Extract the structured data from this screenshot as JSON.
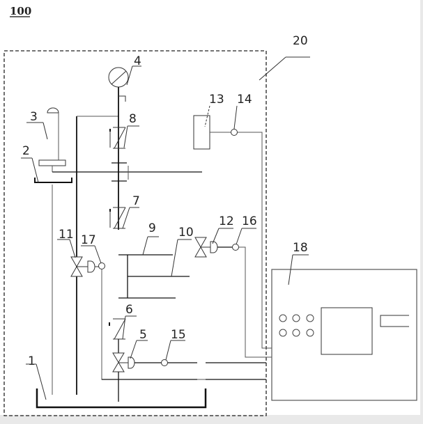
{
  "figure": {
    "title": "100",
    "colors": {
      "line": "#111111",
      "thin": "#555555",
      "background": "#ffffff",
      "border": "#e9e9e9"
    }
  },
  "labels": {
    "l1": "1",
    "l2": "2",
    "l3": "3",
    "l4": "4",
    "l5": "5",
    "l6": "6",
    "l7": "7",
    "l8": "8",
    "l9": "9",
    "l10": "10",
    "l11": "11",
    "l12": "12",
    "l13": "13",
    "l14": "14",
    "l15": "15",
    "l16": "16",
    "l17": "17",
    "l18": "18",
    "l20": "20"
  },
  "components": [
    {
      "id": "1",
      "name": "tank"
    },
    {
      "id": "2",
      "name": "tray"
    },
    {
      "id": "3",
      "name": "spray-plate"
    },
    {
      "id": "4",
      "name": "pressure-gauge"
    },
    {
      "id": "5",
      "name": "actuator"
    },
    {
      "id": "6",
      "name": "check-valve"
    },
    {
      "id": "7",
      "name": "check-valve"
    },
    {
      "id": "8",
      "name": "check-valve"
    },
    {
      "id": "9",
      "name": "plate"
    },
    {
      "id": "10",
      "name": "plate"
    },
    {
      "id": "11",
      "name": "valve"
    },
    {
      "id": "12",
      "name": "actuator"
    },
    {
      "id": "13",
      "name": "sensor-box"
    },
    {
      "id": "14",
      "name": "sensor-node"
    },
    {
      "id": "15",
      "name": "sensor-node"
    },
    {
      "id": "16",
      "name": "sensor-node"
    },
    {
      "id": "17",
      "name": "sensor-node"
    },
    {
      "id": "18",
      "name": "controller"
    },
    {
      "id": "20",
      "name": "enclosure"
    }
  ]
}
